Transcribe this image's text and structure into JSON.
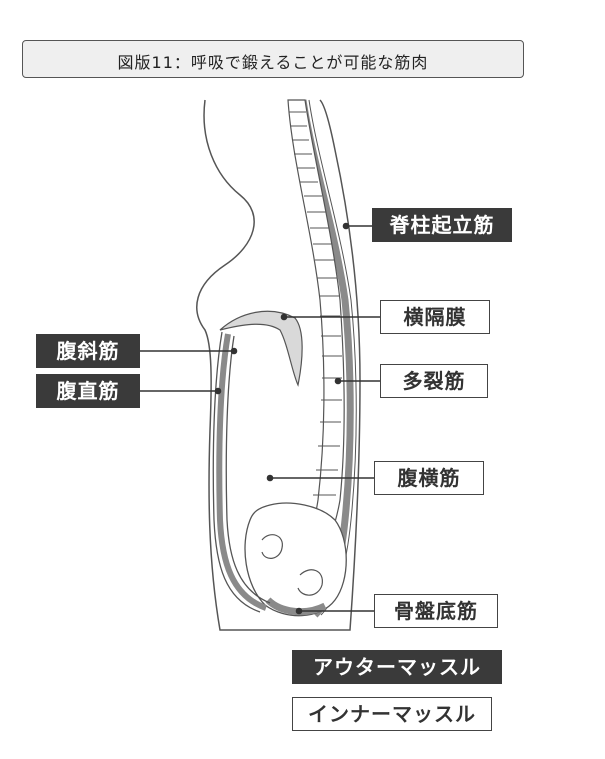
{
  "title": "図版11：呼吸で鍛えることが可能な筋肉",
  "labels": {
    "erector_spinae": "脊柱起立筋",
    "diaphragm": "横隔膜",
    "obliques": "腹斜筋",
    "rectus_abdominis": "腹直筋",
    "multifidus": "多裂筋",
    "transversus_abdominis": "腹横筋",
    "pelvic_floor": "骨盤底筋"
  },
  "legend": {
    "outer": "アウターマッスル",
    "inner": "インナーマッスル"
  },
  "colors": {
    "outer_muscle": "#3a3a3a",
    "inner_muscle": "#ffffff",
    "muscle_stroke": "#8a8a8a",
    "outline": "#555555"
  }
}
